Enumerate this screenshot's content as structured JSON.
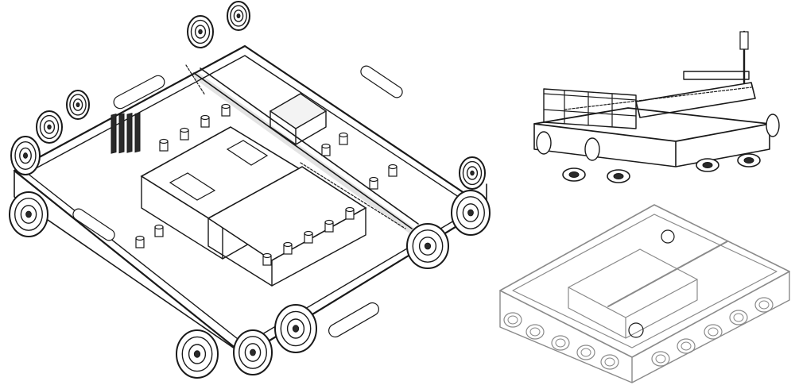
{
  "drawing": {
    "views": [
      {
        "id": "main",
        "kind": "isometric-assembly",
        "line_color": "#1a1a1a"
      },
      {
        "id": "side",
        "kind": "side-assembly",
        "line_color": "#1a1a1a"
      },
      {
        "id": "wire",
        "kind": "wireframe-housing",
        "line_color": "#8a8a8a"
      }
    ],
    "background": "#ffffff"
  }
}
